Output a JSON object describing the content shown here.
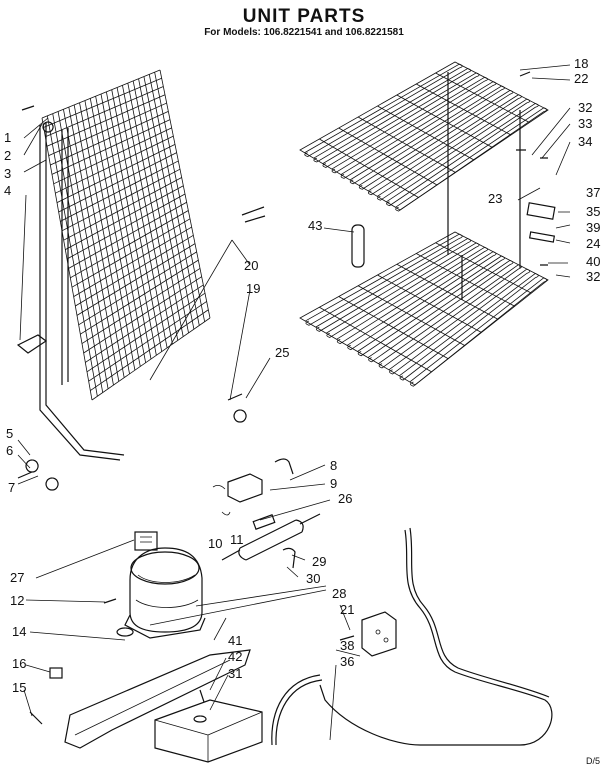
{
  "header": {
    "title": "UNIT PARTS",
    "subtitle": "For Models: 106.8221541 and 106.8221581"
  },
  "labels": {
    "p1": "1",
    "p2": "2",
    "p3": "3",
    "p4": "4",
    "p5": "5",
    "p6": "6",
    "p7": "7",
    "p8": "8",
    "p9": "9",
    "p10": "10",
    "p11": "11",
    "p12": "12",
    "p14": "14",
    "p15": "15",
    "p16": "16",
    "p18": "18",
    "p19": "19",
    "p20": "20",
    "p21": "21",
    "p22": "22",
    "p23": "23",
    "p24": "24",
    "p25": "25",
    "p26": "26",
    "p27": "27",
    "p28": "28",
    "p29": "29",
    "p30": "30",
    "p31": "31",
    "p32a": "32",
    "p32b": "32",
    "p33": "33",
    "p34": "34",
    "p35": "35",
    "p36": "36",
    "p37": "37",
    "p38": "38",
    "p39": "39",
    "p40": "40",
    "p41": "41",
    "p42": "42",
    "p43": "43"
  },
  "footer_code": "D/5"
}
